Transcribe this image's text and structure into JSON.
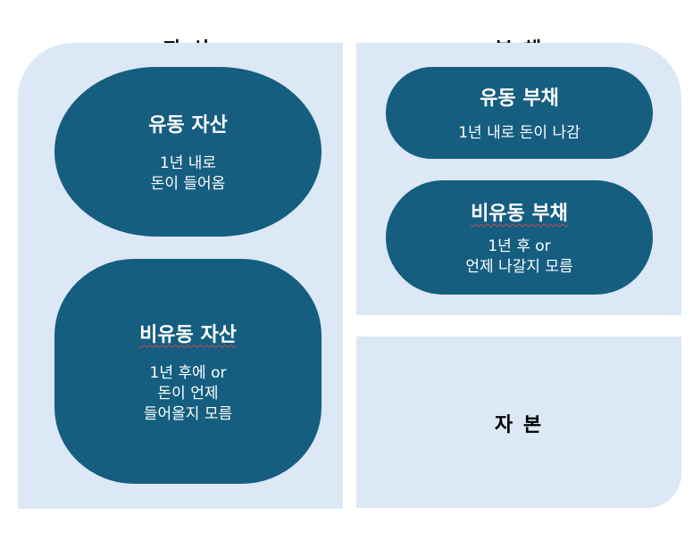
{
  "assets": {
    "heading": "자 산",
    "current": {
      "title": "유동 자산",
      "desc_lines": [
        "1년 내로",
        "돈이 들어옴"
      ]
    },
    "noncurrent": {
      "title": "비유동 자산",
      "desc_lines": [
        "1년 후에 or",
        "돈이 언제",
        "들어올지 모름"
      ]
    }
  },
  "liabilities": {
    "heading": "부 채",
    "current": {
      "title": "유동 부채",
      "desc_lines": [
        "1년 내로 돈이 나감"
      ]
    },
    "noncurrent": {
      "title": "비유동 부채",
      "desc_lines": [
        "1년 후 or",
        "언제 나갈지 모름"
      ]
    }
  },
  "equity": {
    "label": "자 본"
  },
  "colors": {
    "panel": "#dce8f5",
    "pill": "#155e80",
    "pill_text": "#ffffff",
    "heading_text": "#000000"
  }
}
